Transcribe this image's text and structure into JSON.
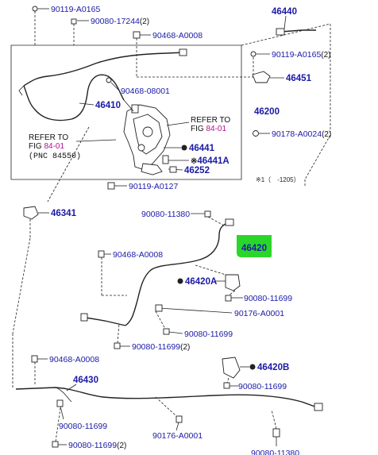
{
  "labels": {
    "p_90119_A0165_top": "90119-A0165",
    "p_90080_17244": "90080-17244",
    "p_90080_17244_qty": "(2)",
    "p_46440": "46440",
    "p_90468_A0008_top": "90468-A0008",
    "p_90119_A0165_right": "90119-A0165",
    "p_90119_A0165_right_qty": "(2)",
    "p_46451": "46451",
    "p_90468_08001": "90468-08001",
    "p_46410": "46410",
    "p_46200": "46200",
    "refer_to_1": "REFER TO",
    "fig_1": "FIG",
    "fig_1_num": "84-01",
    "p_90178_A0024": "90178-A0024",
    "p_90178_A0024_qty": "(2)",
    "refer_to_2": "REFER TO",
    "fig_2": "FIG",
    "fig_2_num": "84-01",
    "pnc": "(PNC 84550)",
    "p_46441": "46441",
    "p_46441A": "46441A",
    "p_46441A_mark": "※",
    "p_46252": "46252",
    "p_90119_A0127": "90119-A0127",
    "note_range": "※1（　-1205）",
    "p_46341": "46341",
    "p_90080_11380_top": "90080-11380",
    "p_46420": "46420",
    "p_90468_A0008_mid": "90468-A0008",
    "p_46420A": "46420A",
    "p_90080_11699_r1": "90080-11699",
    "p_90176_A0001_mid": "90176-A0001",
    "p_90080_11699_mid": "90080-11699",
    "p_90080_11699_mid2": "90080-11699",
    "p_90080_11699_mid2_qty": "(2)",
    "p_90468_A0008_low": "90468-A0008",
    "p_46420B": "46420B",
    "p_46430": "46430",
    "p_90080_11699_low_r": "90080-11699",
    "p_90080_11699_low_l": "90080-11699",
    "p_90176_A0001_low": "90176-A0001",
    "p_90080_11699_bottom": "90080-11699",
    "p_90080_11699_bottom_qty": "(2)",
    "p_90080_11380_bottom": "90080-11380"
  },
  "colors": {
    "part_number": "#1a1aa6",
    "figure_ref": "#b0138f",
    "highlight": "#2bd62b"
  }
}
